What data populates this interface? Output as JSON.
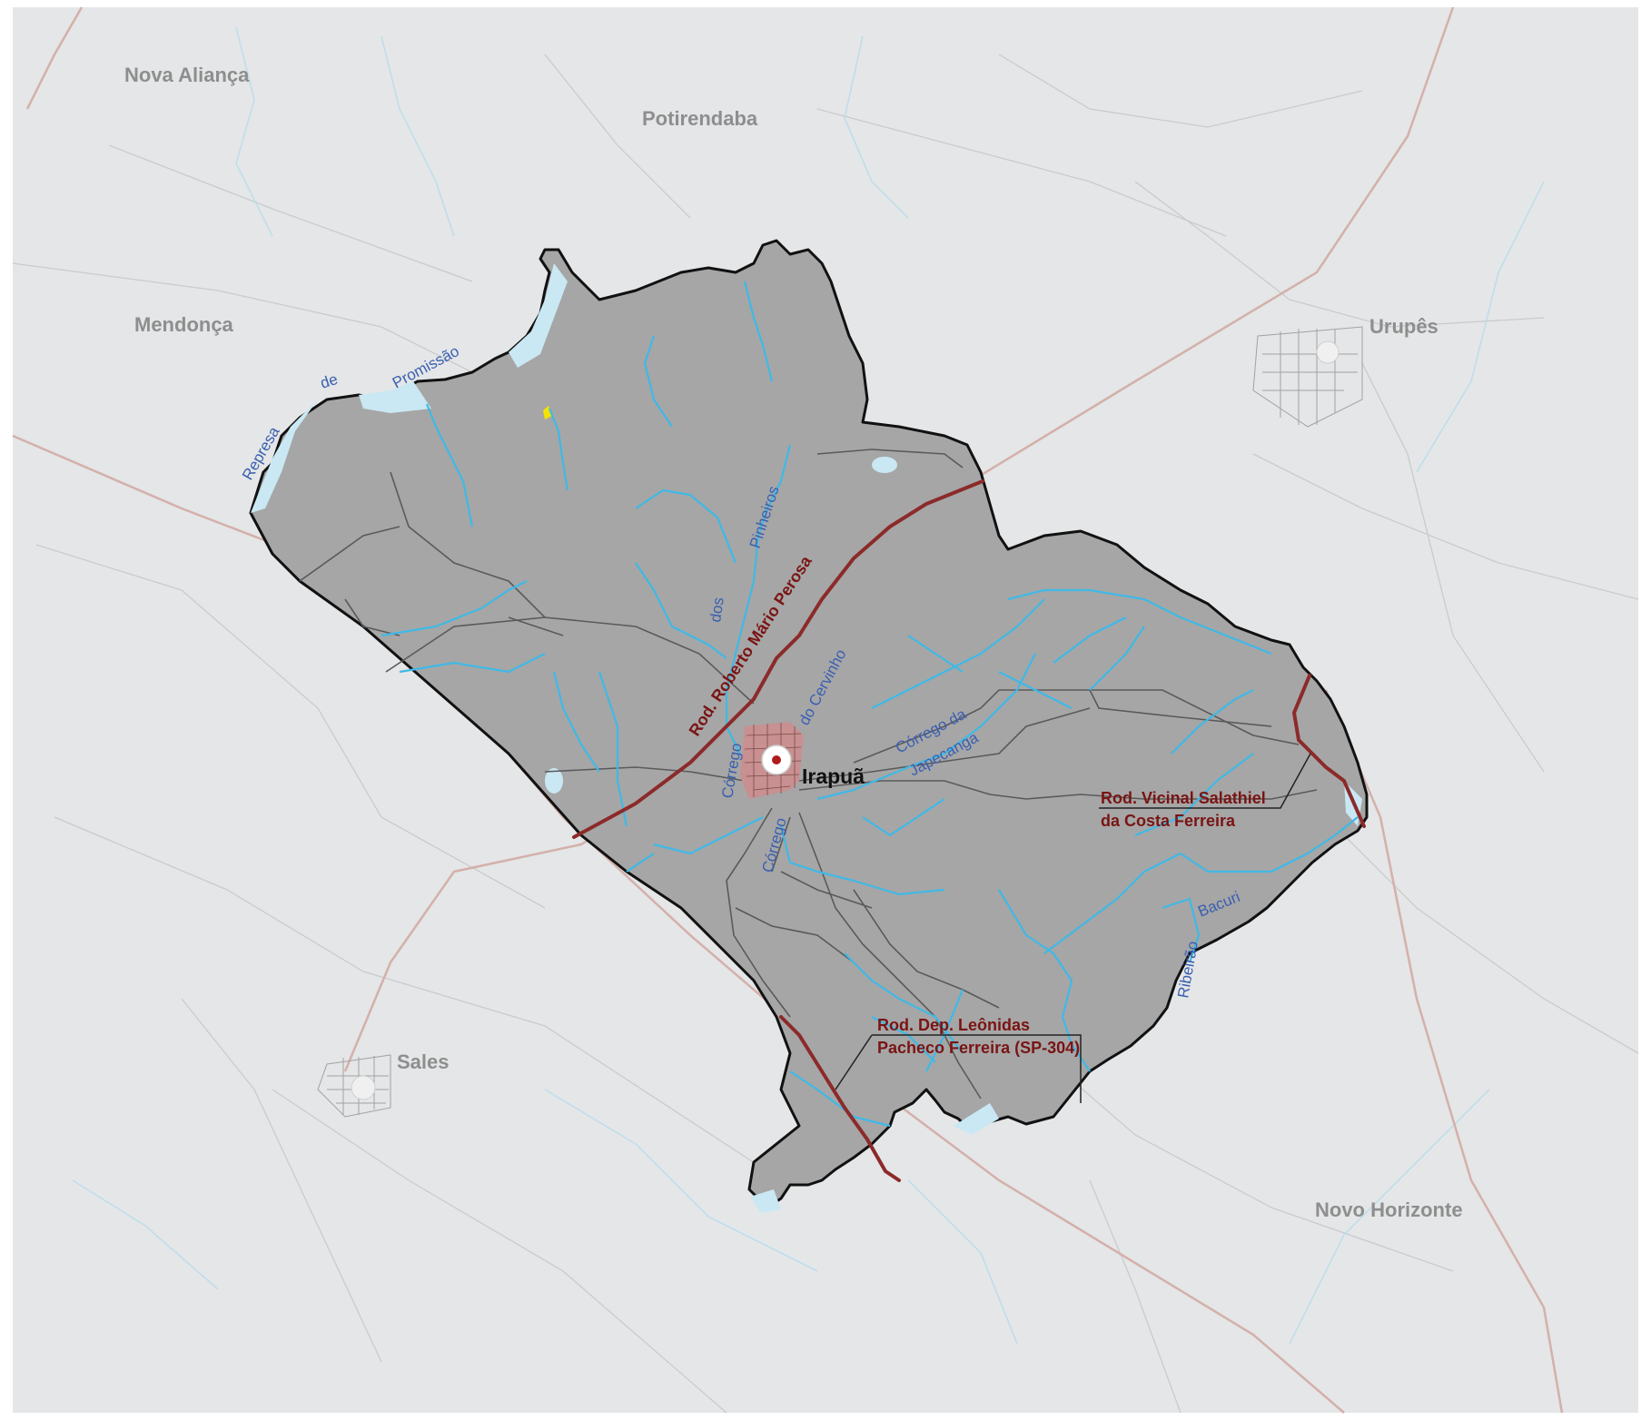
{
  "towns": {
    "nova_alianca": "Nova Aliança",
    "potirendaba": "Potirendaba",
    "mendonca": "Mendonça",
    "urupes": "Urupês",
    "sales": "Sales",
    "novo_horizonte": "Novo Horizonte",
    "irapua": "Irapuã"
  },
  "water": {
    "represa": "Represa",
    "de": "de",
    "promissao": "Promissão",
    "pinheiros": "Pinheiros",
    "dos": "dos",
    "corrego1": "Córrego",
    "cervinho": "do Cervinho",
    "corrego2": "Córrego",
    "corrego_da": "Córrego da",
    "japecanga": "Japecanga",
    "bacuri": "Bacuri",
    "ribeirao": "Ribeirão"
  },
  "roads": {
    "perosa": "Rod. Roberto Mário Perosa",
    "salathiel_1": "Rod. Vicinal Salathiel",
    "salathiel_2": "da Costa Ferreira",
    "leonidas_1": "Rod. Dep. Leônidas",
    "leonidas_2": "Pacheco Ferreira (SP-304)"
  },
  "colors": {
    "background": "#e4e6e7",
    "municipality": "#a6a6a6",
    "river": "#3fb9e6",
    "highway": "#8c2a2a",
    "urban": "#e07878"
  }
}
